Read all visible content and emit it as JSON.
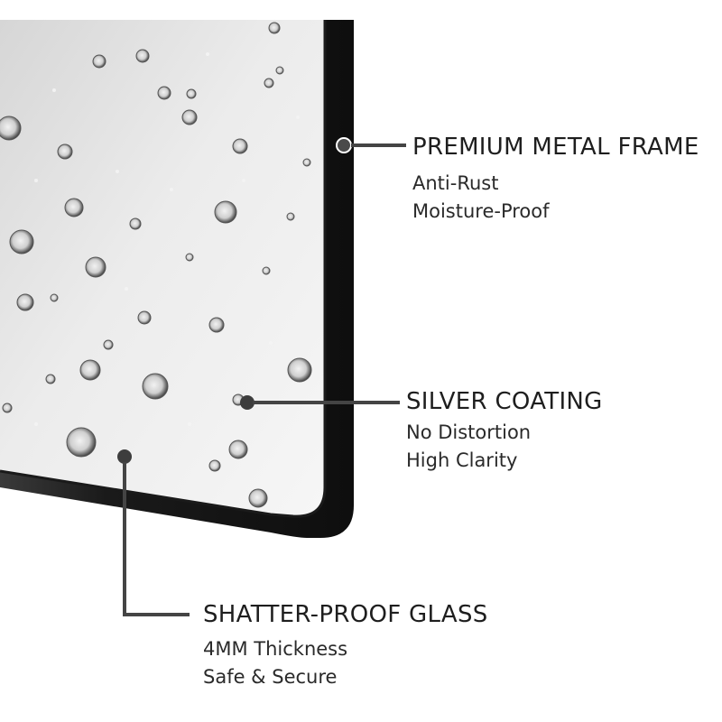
{
  "features": [
    {
      "title": "PREMIUM METAL FRAME",
      "lines": [
        "Anti-Rust",
        "Moisture-Proof"
      ]
    },
    {
      "title": "SILVER COATING",
      "lines": [
        "No Distortion",
        "High Clarity"
      ]
    },
    {
      "title": "SHATTER-PROOF GLASS",
      "lines": [
        "4MM Thickness",
        "Safe & Secure"
      ]
    }
  ],
  "colors": {
    "frame": "#141414",
    "callout_line": "#444444",
    "text": "#1e1e1e",
    "background": "#ffffff",
    "glass": "#e2e2e2"
  }
}
